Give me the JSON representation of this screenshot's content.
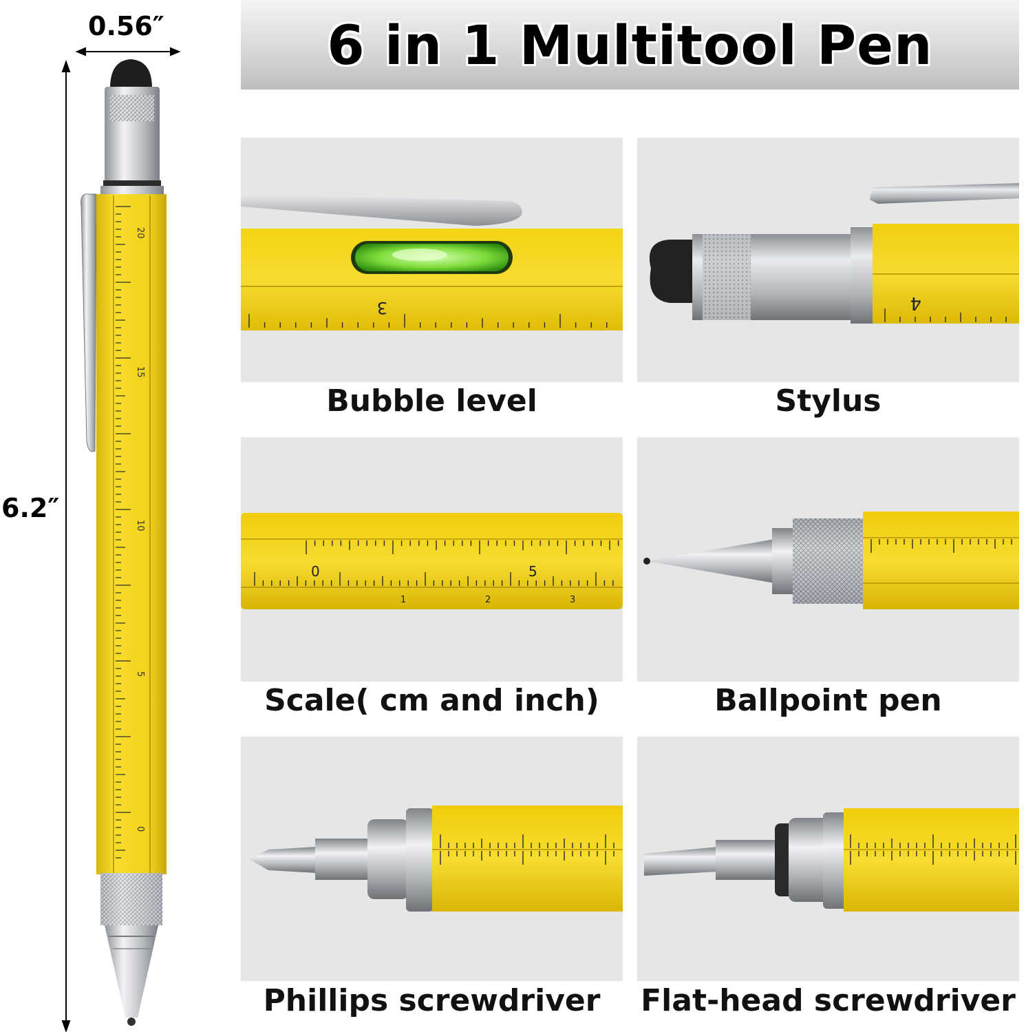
{
  "title": "6 in 1 Multitool Pen",
  "dimensions": {
    "width": "0.56″",
    "height": "6.2″"
  },
  "features": [
    {
      "label": "Bubble level"
    },
    {
      "label": "Stylus"
    },
    {
      "label": "Scale( cm and inch)"
    },
    {
      "label": "Ballpoint pen"
    },
    {
      "label": "Phillips screwdriver"
    },
    {
      "label": "Flat-head screwdriver"
    }
  ],
  "scale_marks": {
    "tile1": "3",
    "tile2": "4",
    "tile3": [
      "0",
      "5",
      "1",
      "2",
      "3"
    ],
    "pen_side": [
      "20",
      "15",
      "10",
      "5",
      "0"
    ]
  },
  "colors": {
    "pen_yellow": "#f2d21e",
    "bubble_green": "#7ddb3a",
    "silver": "#c4c7cc",
    "tip_black": "#1e1e1e"
  }
}
